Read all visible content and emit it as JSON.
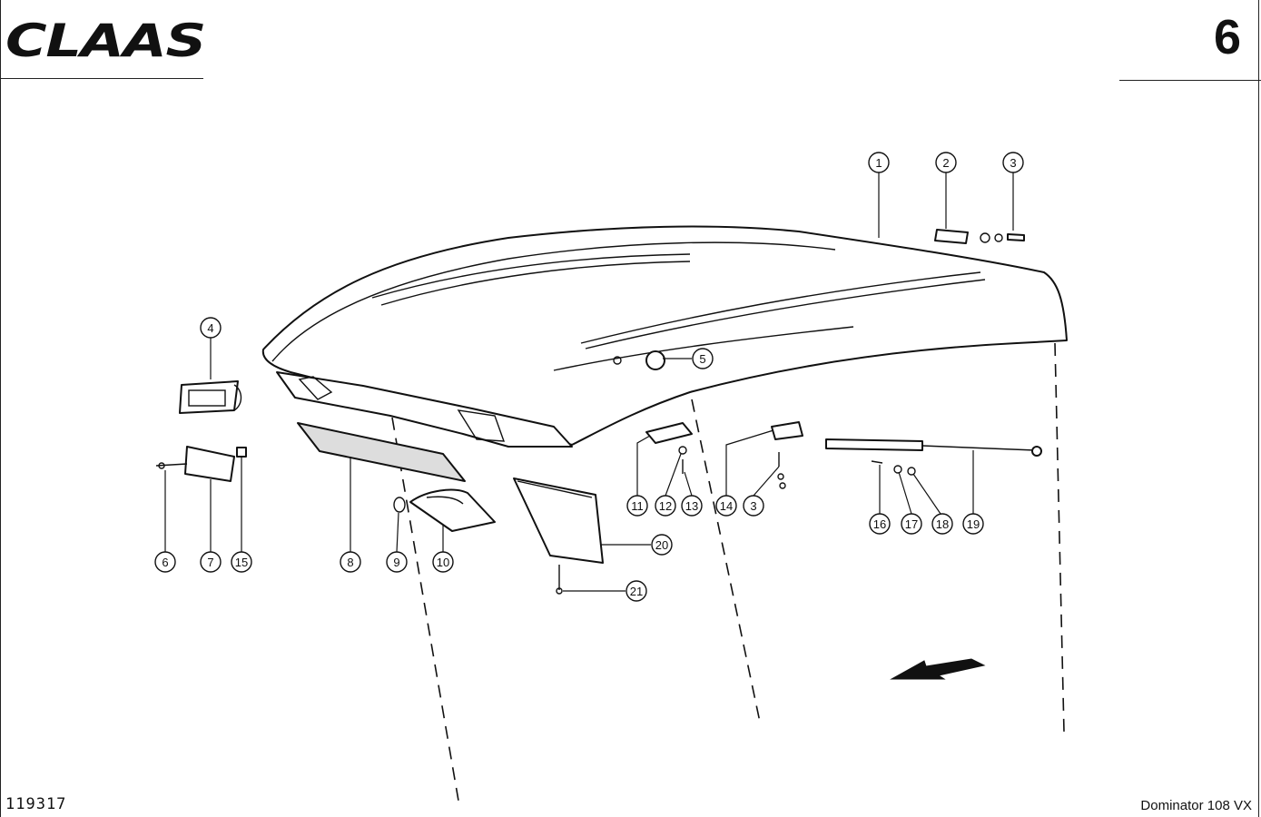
{
  "header": {
    "brand_logo": "CLAAS",
    "page_number": "6"
  },
  "footer": {
    "drawing_number": "119317",
    "model": "Dominator 108 VX"
  },
  "diagram": {
    "callouts": [
      "1",
      "2",
      "3",
      "4",
      "5",
      "6",
      "7",
      "8",
      "9",
      "10",
      "11",
      "12",
      "13",
      "14",
      "3",
      "15",
      "16",
      "17",
      "18",
      "19",
      "20",
      "21"
    ],
    "arrow_icon": "direction-arrow-left-icon"
  }
}
